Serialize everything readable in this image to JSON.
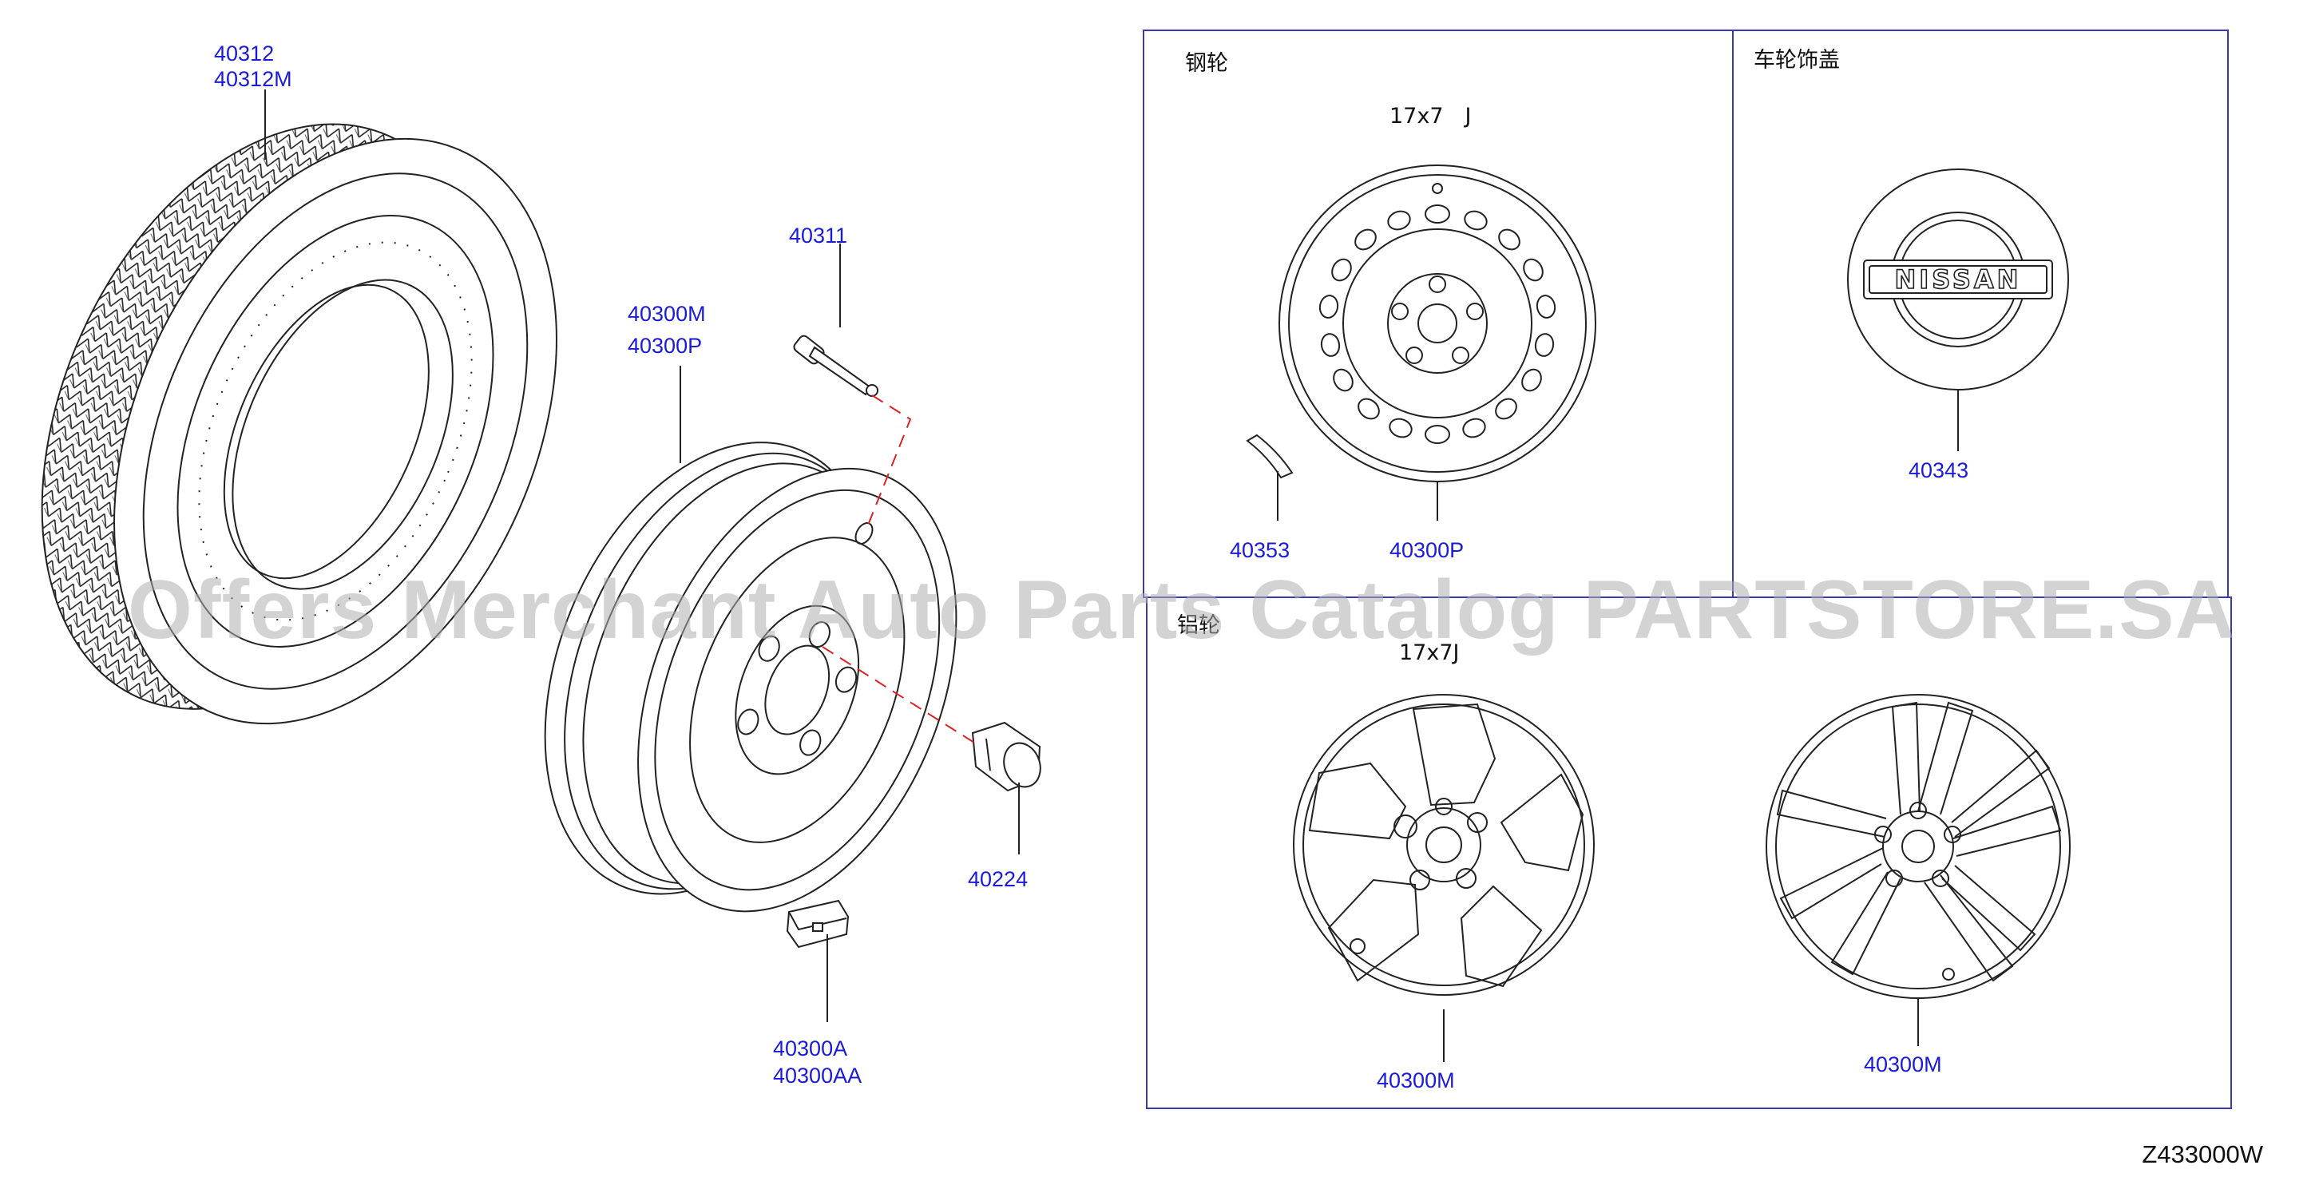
{
  "diagram": {
    "part_labels": {
      "tire": [
        "40312",
        "40312M"
      ],
      "wheel_main": [
        "40300M",
        "40300P"
      ],
      "valve": "40311",
      "nut": "40224",
      "weight": [
        "40300A",
        "40300AA"
      ],
      "steel_weight": "40353",
      "steel_wheel": "40300P",
      "cap": "40343",
      "alloy_1": "40300M",
      "alloy_2": "40300M"
    },
    "section_titles": {
      "steel": "钢轮",
      "cap": "车轮饰盖",
      "alloy": "铝轮"
    },
    "sizes": {
      "steel": "17x7　J",
      "alloy": "17x7J"
    },
    "logo_text": "NISSAN",
    "drawing_code": "Z433000W"
  },
  "watermark": "Offers Merchant Auto Parts Catalog PARTSTORE.SA",
  "colors": {
    "callout": "#1a1adb",
    "leader_dashed": "#e02020",
    "line": "#111111",
    "frame": "#3a3ab0"
  }
}
